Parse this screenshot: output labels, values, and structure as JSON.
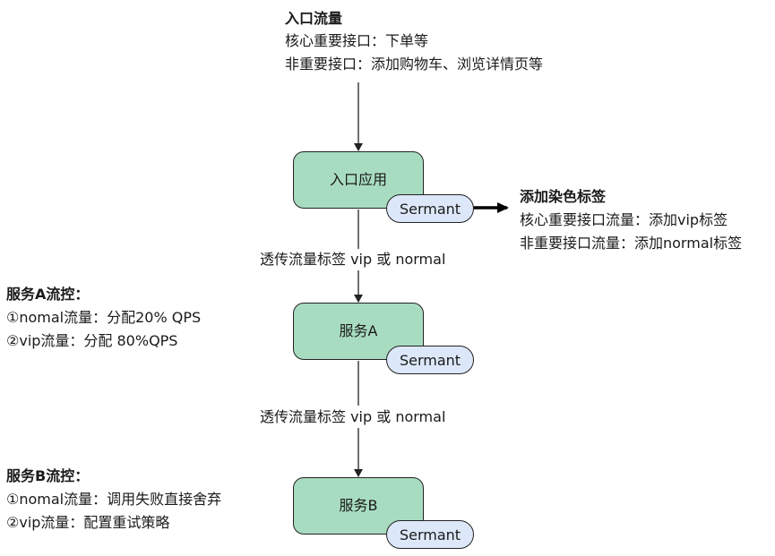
{
  "colors": {
    "node_fill": "#a8dcc0",
    "sermant_fill": "#dce8f9",
    "stroke": "#222222"
  },
  "top_block": {
    "title": "入口流量",
    "line1": "核心重要接口：下单等",
    "line2": "非重要接口：添加购物车、浏览详情页等"
  },
  "nodes": {
    "entry": {
      "label": "入口应用",
      "sidecar": "Sermant"
    },
    "service_a": {
      "label": "服务A",
      "sidecar": "Sermant"
    },
    "service_b": {
      "label": "服务B",
      "sidecar": "Sermant"
    }
  },
  "edges": {
    "entry_to_a": "透传流量标签 vip 或 normal",
    "a_to_b": "透传流量标签 vip 或 normal"
  },
  "right_block": {
    "title": "添加染色标签",
    "line1": "核心重要接口流量：添加vip标签",
    "line2": "非重要接口流量：添加normal标签"
  },
  "left_a": {
    "title": "服务A流控：",
    "line1": "①nomal流量：分配20% QPS",
    "line2": "②vip流量：分配 80%QPS"
  },
  "left_b": {
    "title": "服务B流控：",
    "line1": "①nomal流量：调用失败直接舍弃",
    "line2": "②vip流量：配置重试策略"
  }
}
